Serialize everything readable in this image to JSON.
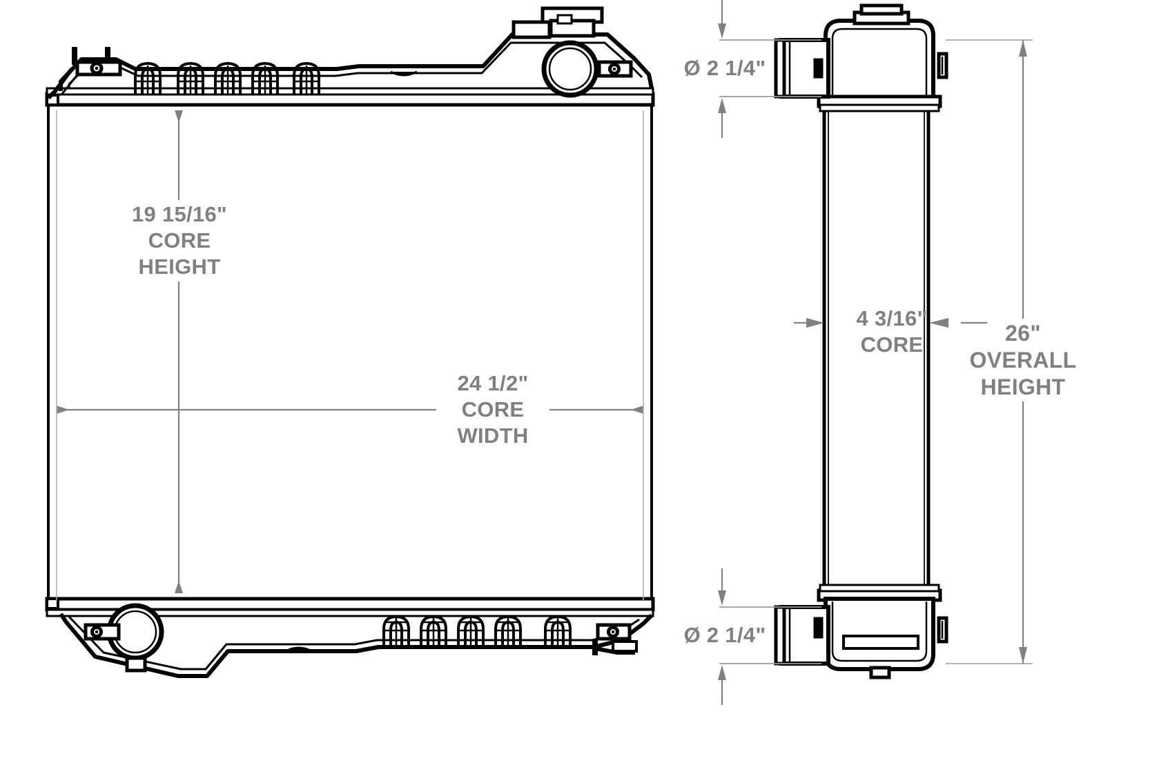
{
  "drawing": {
    "title": "Radiator assembly engineering drawing",
    "line_color": "#000000",
    "dimension_color": "#808080",
    "background": "#ffffff",
    "views": [
      {
        "name": "front-view",
        "label": ""
      },
      {
        "name": "side-view",
        "label": ""
      }
    ]
  },
  "dimensions": {
    "core_height": {
      "value": "19 15/16\"",
      "label_line1": "19 15/16\"",
      "label_line2": "CORE",
      "label_line3": "HEIGHT",
      "text": "19 15/16\"\nCORE\nHEIGHT"
    },
    "core_width": {
      "value": "24 1/2\"",
      "label_line1": "24 1/2\"",
      "label_line2": "CORE",
      "label_line3": "WIDTH",
      "text": "24 1/2\"\nCORE\nWIDTH"
    },
    "core_depth": {
      "value": "4 3/16\"",
      "label_line1": "4 3/16\"",
      "label_line2": "CORE",
      "text": "4 3/16\"\nCORE"
    },
    "overall_height": {
      "value": "26\"",
      "label_line1": "26\"",
      "label_line2": "OVERALL",
      "label_line3": "HEIGHT",
      "text": "26\"\nOVERALL\nHEIGHT"
    },
    "inlet_diameter": {
      "value": "2 1/4\"",
      "symbol": "Ø",
      "text": "Ø 2 1/4\""
    },
    "outlet_diameter": {
      "value": "2 1/4\"",
      "symbol": "Ø",
      "text": "Ø 2 1/4\""
    }
  }
}
